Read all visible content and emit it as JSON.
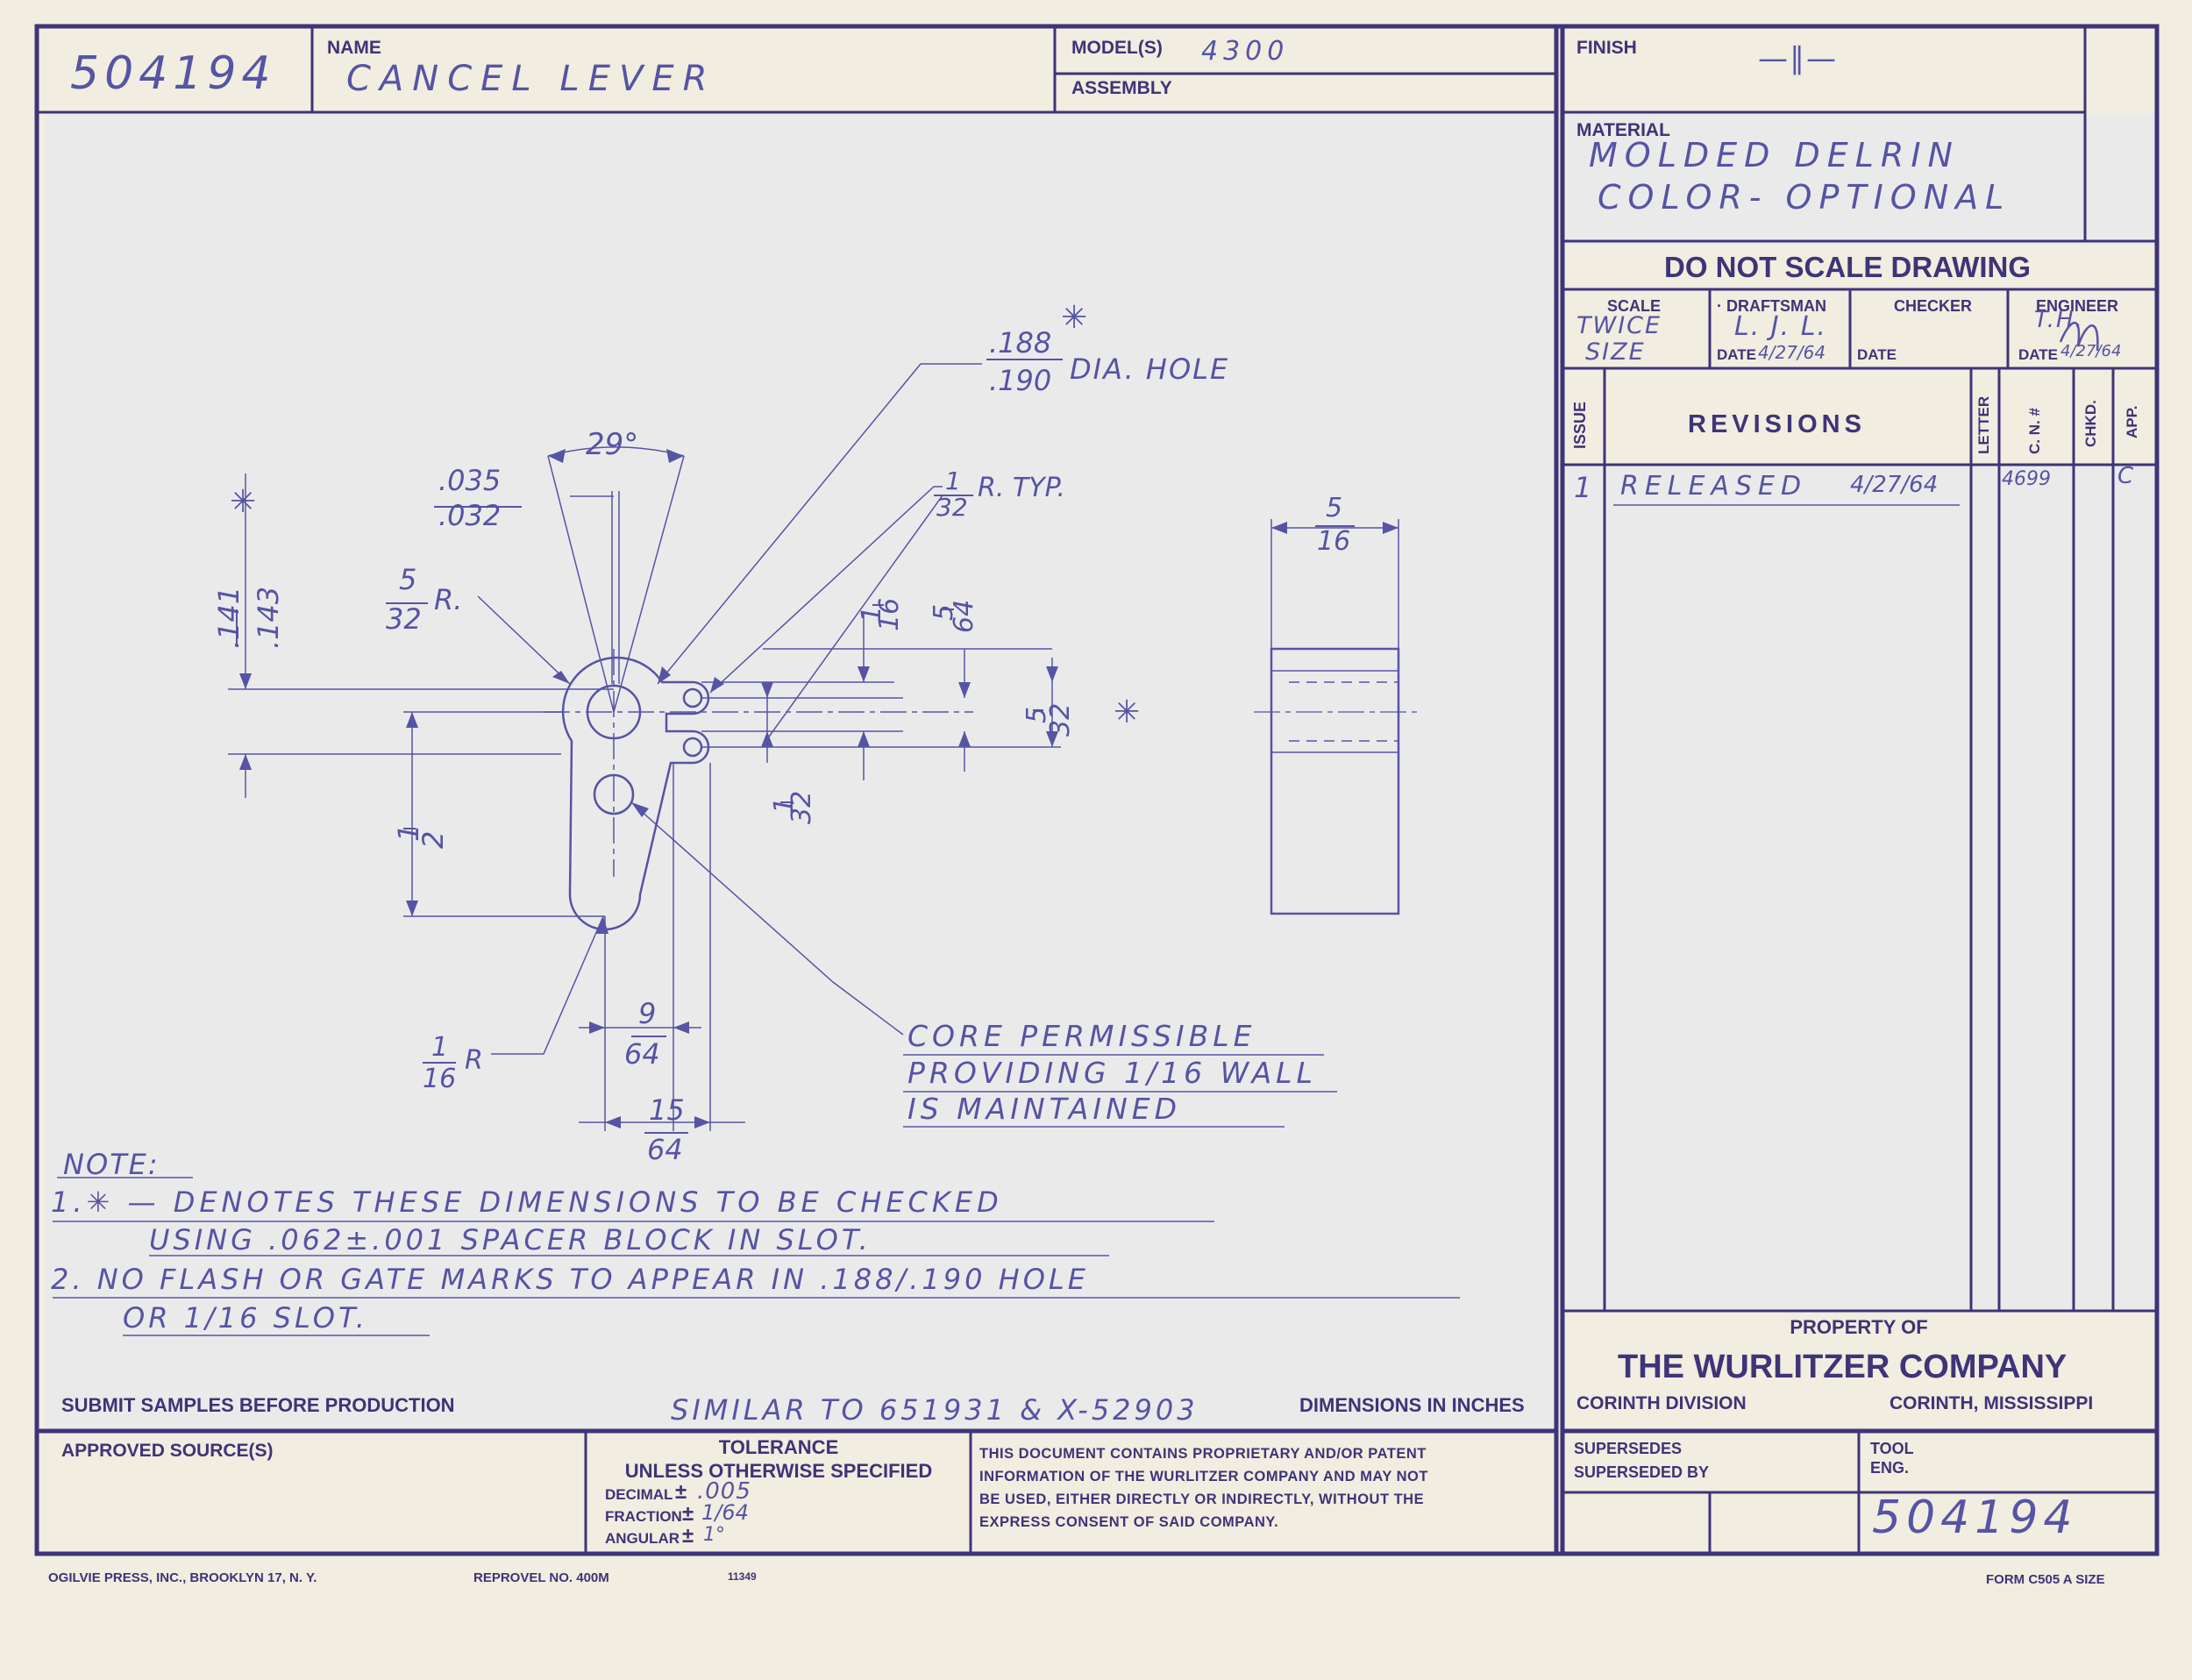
{
  "title_block": {
    "part_number": "504194",
    "name_label": "NAME",
    "name_value": "CANCEL LEVER",
    "models_label": "MODEL(S)",
    "models_value": "4300",
    "assembly_label": "ASSEMBLY",
    "finish_label": "FINISH",
    "finish_value": "—∥—",
    "material_label": "MATERIAL",
    "material_lines": [
      "MOLDED DELRIN",
      "COLOR- OPTIONAL"
    ],
    "do_not_scale": "DO NOT SCALE DRAWING",
    "scale_label": "SCALE",
    "scale_lines": [
      "TWICE",
      "SIZE"
    ],
    "draftsman_label": "· DRAFTSMAN",
    "draftsman_value": "L. J. L.",
    "draftsman_date_label": "DATE",
    "draftsman_date": "4/27/64",
    "checker_label": "CHECKER",
    "checker_date_label": "DATE",
    "engineer_label": "ENGINEER",
    "engineer_value": "T.H.",
    "engineer_date_label": "DATE",
    "engineer_date": "4/27/64"
  },
  "revisions": {
    "issue_label": "ISSUE",
    "title": "REVISIONS",
    "letter_label": "LETTER",
    "cn_label": "C. N. #",
    "chkd_label": "CHKD.",
    "app_label": "APP.",
    "rows": [
      {
        "issue": "1",
        "text": "RELEASED",
        "date": "4/27/64",
        "cn": "4699",
        "app": "C"
      }
    ]
  },
  "drawing": {
    "hole_dims": [
      ".188",
      ".190"
    ],
    "hole_note": "DIA. HOLE",
    "angle": "29°",
    "slot_dims": [
      ".035",
      ".032"
    ],
    "radius_typ_num": "1",
    "radius_typ_den": "32",
    "radius_typ_note": "R. TYP.",
    "radius_532_num": "5",
    "radius_532_den": "32",
    "radius_suffix": "R.",
    "height_dims": [
      ".141",
      ".143"
    ],
    "star": "✳",
    "dim_1_16": {
      "num": "1",
      "den": "16"
    },
    "dim_5_64": {
      "num": "5",
      "den": "64"
    },
    "dim_5_32": {
      "num": "5",
      "den": "32"
    },
    "dim_1_32": {
      "num": "1",
      "den": "32"
    },
    "dim_1_2": {
      "num": "1",
      "den": "2"
    },
    "dim_9_64": {
      "num": "9",
      "den": "64"
    },
    "dim_15_64": {
      "num": "15",
      "den": "64"
    },
    "radius_116": {
      "num": "1",
      "den": "16",
      "suffix": "R"
    },
    "side_5_16": {
      "num": "5",
      "den": "16"
    },
    "core_note": [
      "CORE PERMISSIBLE",
      "PROVIDING 1/16 WALL",
      "IS MAINTAINED"
    ]
  },
  "notes": {
    "heading": "NOTE:",
    "lines": [
      "1.✳ — DENOTES THESE DIMENSIONS TO BE CHECKED",
      "USING .062±.001 SPACER BLOCK IN SLOT.",
      "2. NO FLASH OR GATE MARKS TO APPEAR IN .188/.190 HOLE",
      "OR 1/16 SLOT."
    ]
  },
  "bottom": {
    "submit_samples": "SUBMIT SAMPLES BEFORE PRODUCTION",
    "similar_to": "SIMILAR TO 651931 & X-52903",
    "dimensions_in": "DIMENSIONS IN INCHES",
    "approved_source": "APPROVED SOURCE(S)",
    "tolerance_title": "TOLERANCE",
    "tolerance_sub": "UNLESS OTHERWISE SPECIFIED",
    "decimal_label": "DECIMAL",
    "decimal_value": ".005",
    "fraction_label": "FRACTION",
    "fraction_value": "1/64",
    "angular_label": "ANGULAR",
    "angular_value": "1°",
    "pm": "±",
    "proprietary": [
      "THIS DOCUMENT CONTAINS PROPRIETARY AND/OR PATENT",
      "INFORMATION OF THE WURLITZER COMPANY AND MAY NOT",
      "BE USED, EITHER DIRECTLY OR INDIRECTLY, WITHOUT THE",
      "EXPRESS CONSENT OF SAID COMPANY."
    ],
    "property_of": "PROPERTY OF",
    "company": "THE WURLITZER COMPANY",
    "division": "CORINTH DIVISION",
    "location": "CORINTH, MISSISSIPPI",
    "supersedes": "SUPERSEDES",
    "superseded_by": "SUPERSEDED BY",
    "tool_label": "TOOL",
    "eng_label": "ENG.",
    "part_number_bottom": "504194"
  },
  "footer": {
    "printer": "OGILVIE PRESS, INC., BROOKLYN 17, N. Y.",
    "reprovel": "REPROVEL NO. 400M",
    "code": "11349",
    "form": "FORM C505 A SIZE"
  },
  "colors": {
    "paper": "#f1ede0",
    "field": "#ebeaea",
    "ink": "#3e3478",
    "pencil": "#5654a4"
  }
}
